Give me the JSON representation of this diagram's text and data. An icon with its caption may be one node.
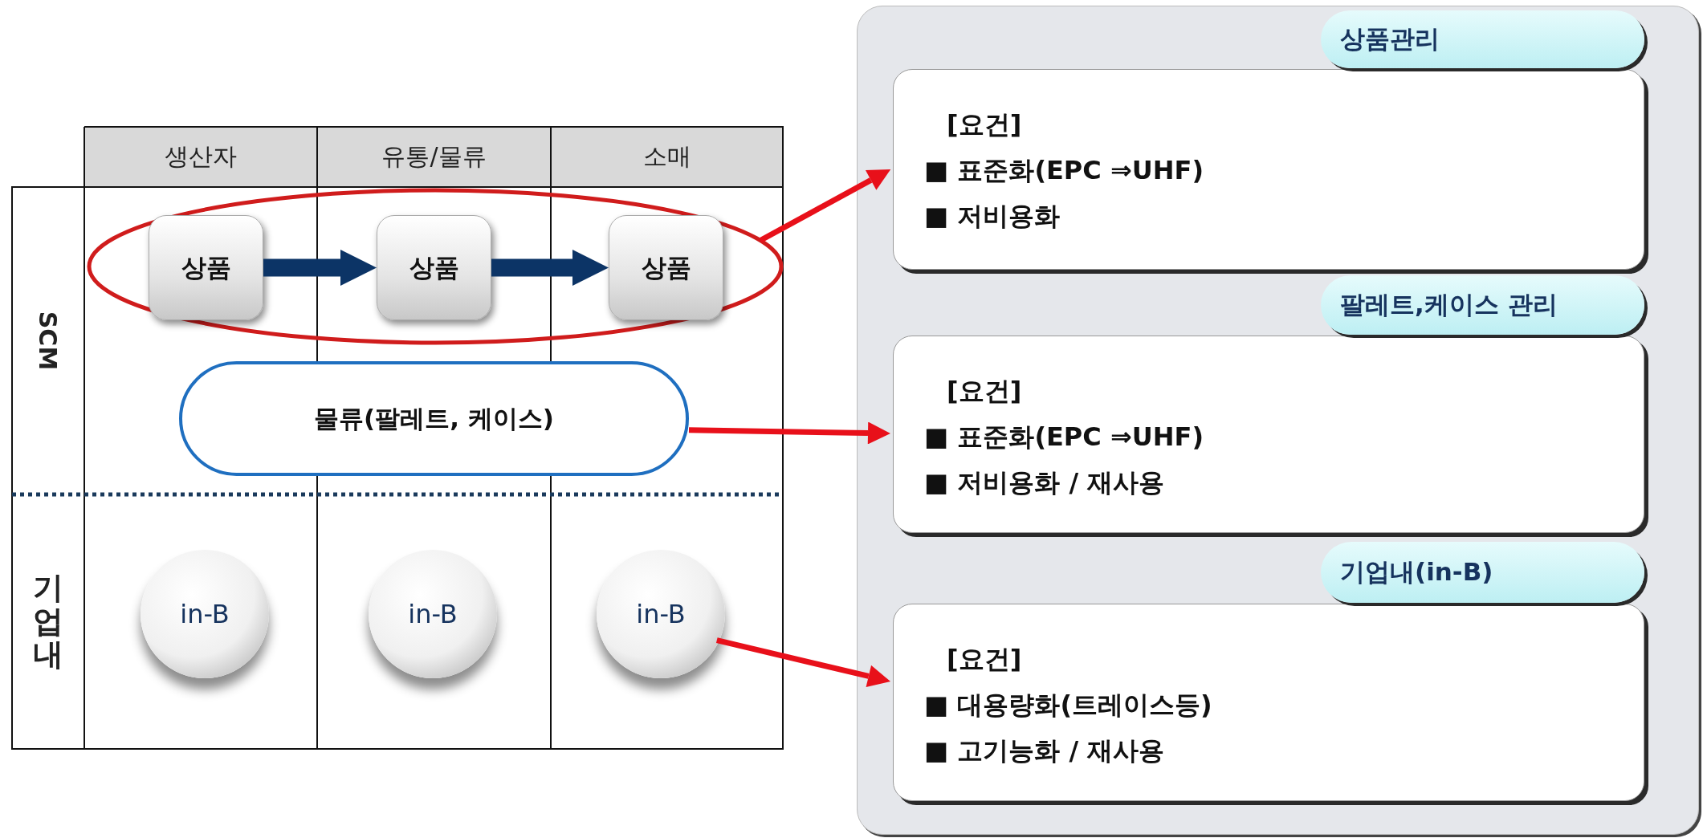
{
  "diagram": {
    "nodes": [
      {
        "text": [],
        "shape": "ellipse"
      },
      {
        "text": [
          "상품"
        ],
        "in": 0
      },
      {
        "text": [
          "상품"
        ],
        "in": 0
      },
      {
        "text": [
          "상품"
        ],
        "in": 0
      },
      {
        "text": [
          "물류(팔레트, 케이스)"
        ]
      },
      {
        "text": [
          "in-B"
        ]
      },
      {
        "text": [
          "in-B"
        ]
      },
      {
        "text": [
          "in-B"
        ]
      },
      {
        "text": [],
        "shape": "box"
      },
      {
        "text": [
          "상품관리"
        ],
        "in": 8
      },
      {
        "text": [
          "[요건]",
          "■ 표준화(EPC ⇒UHF)",
          "■ 저비용화"
        ],
        "in": 8
      },
      {
        "text": [
          "팔레트,케이스 관리"
        ],
        "in": 8
      },
      {
        "text": [
          "[요건]",
          "■ 표준화(EPC ⇒UHF)",
          "■ 저비용화 / 재사용"
        ],
        "in": 8
      },
      {
        "text": [
          "기업내(in-B)"
        ],
        "in": 8
      },
      {
        "text": [
          "[요건]",
          "■ 대용량화(트레이스등)",
          "■ 고기능화 / 재사용"
        ],
        "in": 8
      }
    ],
    "edges": [
      {
        "from": 1,
        "to": 2,
        "arrow": "to",
        "style": "thick",
        "color": "#0c3466"
      },
      {
        "from": 2,
        "to": 3,
        "arrow": "to",
        "style": "thick",
        "color": "#0c3466"
      },
      {
        "from": 0,
        "to": 10,
        "arrow": "to",
        "color": "#e8101a"
      },
      {
        "from": 4,
        "to": 12,
        "arrow": "to",
        "color": "#e8101a"
      },
      {
        "from": 7,
        "to": 14,
        "arrow": "to",
        "color": "#e8101a"
      }
    ],
    "labels": [
      "생산자",
      "유통/물류",
      "소매",
      "SCM",
      "기업내"
    ]
  }
}
